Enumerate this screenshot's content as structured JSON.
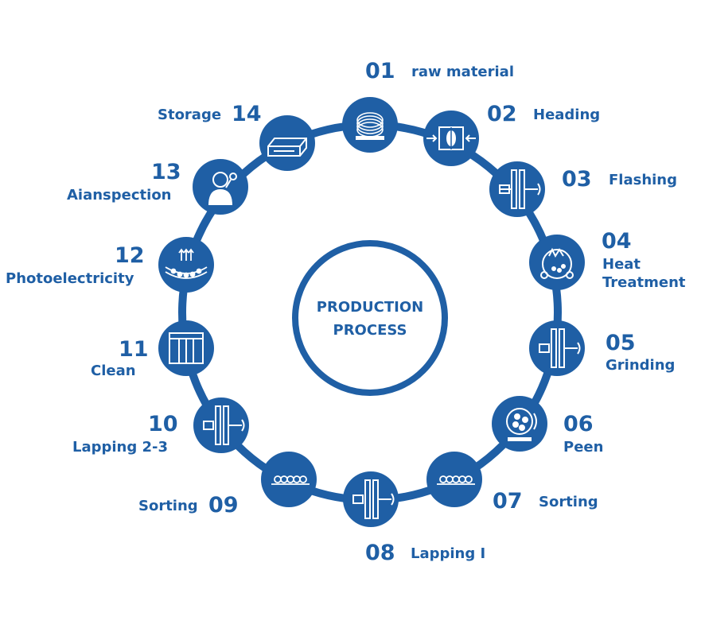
{
  "center": {
    "line1": "PRODUCTION",
    "line2": "PROCESS"
  },
  "colors": {
    "primary": "#1f5fa5",
    "ring": "#1f5fa5",
    "background": "#ffffff"
  },
  "steps": [
    {
      "num": "01",
      "name": "raw material",
      "icon": "coil-icon"
    },
    {
      "num": "02",
      "name": "Heading",
      "icon": "heading-press-icon"
    },
    {
      "num": "03",
      "name": "Flashing",
      "icon": "flashing-plates-icon"
    },
    {
      "num": "04",
      "name_line1": "Heat",
      "name_line2": "Treatment",
      "icon": "furnace-icon"
    },
    {
      "num": "05",
      "name": "Grinding",
      "icon": "grinding-plates-icon"
    },
    {
      "num": "06",
      "name": "Peen",
      "icon": "peen-drum-icon"
    },
    {
      "num": "07",
      "name": "Sorting",
      "icon": "ball-row-icon"
    },
    {
      "num": "08",
      "name": "Lapping I",
      "icon": "lapping-plates-icon"
    },
    {
      "num": "09",
      "name": "Sorting",
      "icon": "ball-row-icon"
    },
    {
      "num": "10",
      "name": "Lapping 2-3",
      "icon": "lapping-plates-icon"
    },
    {
      "num": "11",
      "name": "Clean",
      "icon": "cleaning-tank-icon"
    },
    {
      "num": "12",
      "name": "Photoelectricity",
      "icon": "photoelectric-conveyor-icon"
    },
    {
      "num": "13",
      "name": "Aianspection",
      "icon": "inspector-icon"
    },
    {
      "num": "14",
      "name": "Storage",
      "icon": "storage-crate-icon"
    }
  ]
}
